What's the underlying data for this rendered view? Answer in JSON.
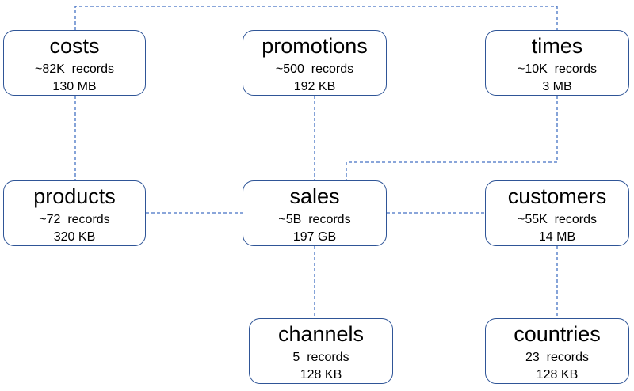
{
  "diagram": {
    "edge_color": "#4472c4",
    "node_border_color": "#2f5597",
    "nodes": {
      "costs": {
        "name": "costs",
        "records": "~82K  records",
        "size": "130 MB"
      },
      "promotions": {
        "name": "promotions",
        "records": "~500  records",
        "size": "192 KB"
      },
      "times": {
        "name": "times",
        "records": "~10K  records",
        "size": "3 MB"
      },
      "products": {
        "name": "products",
        "records": "~72  records",
        "size": "320 KB"
      },
      "sales": {
        "name": "sales",
        "records": "~5B  records",
        "size": "197 GB"
      },
      "customers": {
        "name": "customers",
        "records": "~55K  records",
        "size": "14 MB"
      },
      "channels": {
        "name": "channels",
        "records": "5  records",
        "size": "128 KB"
      },
      "countries": {
        "name": "countries",
        "records": "23  records",
        "size": "128 KB"
      }
    },
    "edges": [
      {
        "from": "costs",
        "to": "times"
      },
      {
        "from": "costs",
        "to": "products"
      },
      {
        "from": "promotions",
        "to": "sales"
      },
      {
        "from": "times",
        "to": "sales"
      },
      {
        "from": "products",
        "to": "sales"
      },
      {
        "from": "sales",
        "to": "customers"
      },
      {
        "from": "sales",
        "to": "channels"
      },
      {
        "from": "customers",
        "to": "countries"
      }
    ]
  }
}
